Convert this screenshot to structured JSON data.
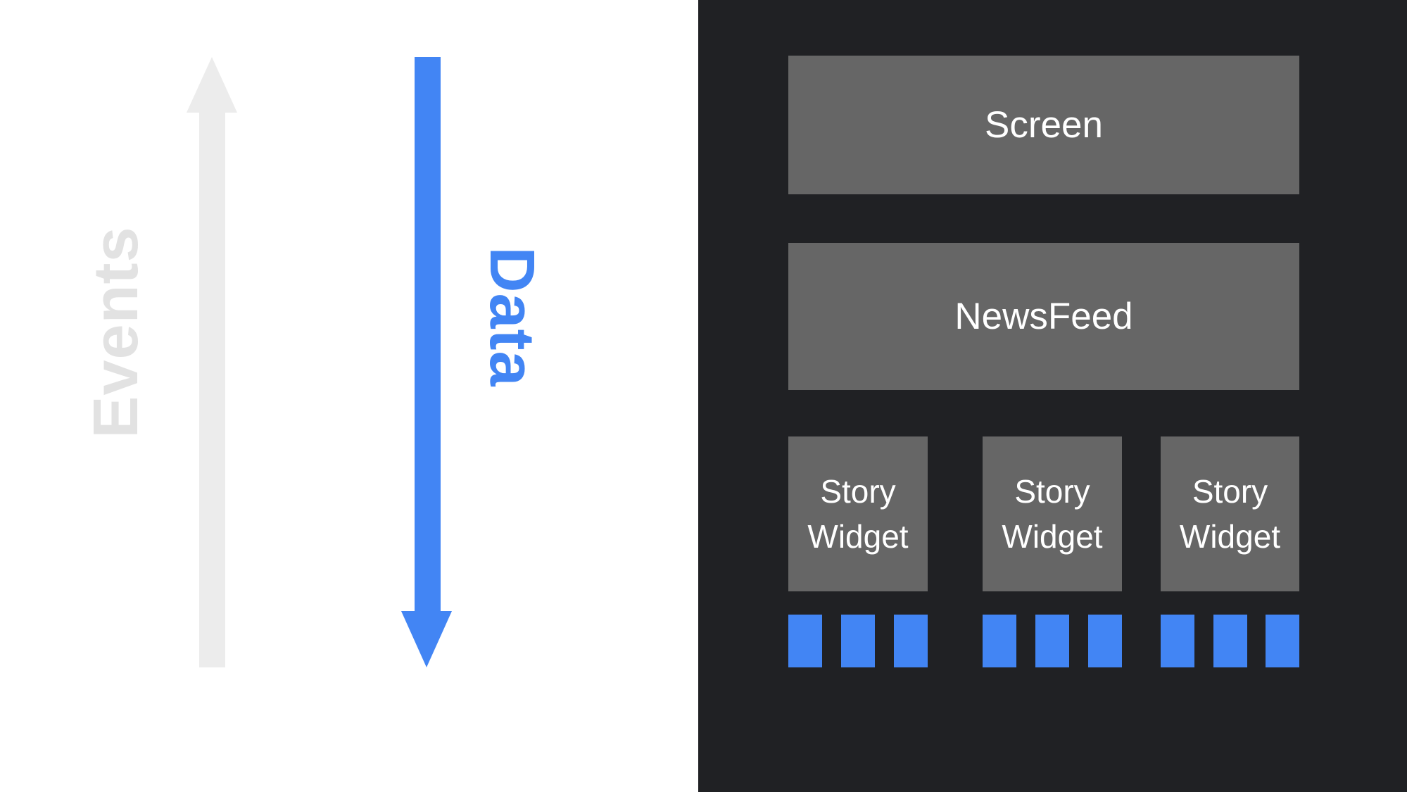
{
  "slide": {
    "left_flow": {
      "events_label": "Events",
      "data_label": "Data"
    },
    "widget_tree": {
      "screen_label": "Screen",
      "newsfeed_label": "NewsFeed",
      "story_widgets": [
        {
          "label": "Story Widget",
          "data_squares": 3
        },
        {
          "label": "Story Widget",
          "data_squares": 3
        },
        {
          "label": "Story Widget",
          "data_squares": 3
        }
      ]
    },
    "colors": {
      "accent_blue": "#4285f4",
      "panel_background": "#202124",
      "widget_box_gray": "#666666",
      "up_arrow_gray": "#ececec",
      "events_text_gray": "#e2e2e2",
      "left_background": "#ffffff",
      "widget_text_white": "#ffffff"
    }
  }
}
